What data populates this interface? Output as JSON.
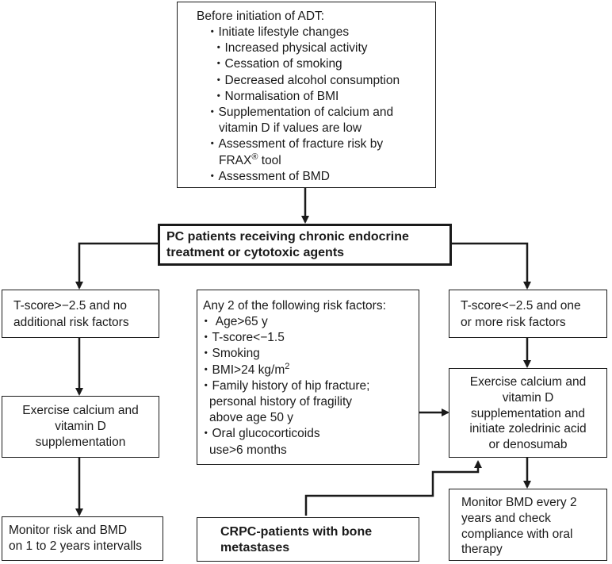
{
  "top_box": {
    "heading": "Before initiation of ADT:",
    "items": [
      {
        "text": "・Initiate lifestyle changes",
        "indent": 1
      },
      {
        "text": "・Increased physical activity",
        "indent": 2
      },
      {
        "text": "・Cessation of smoking",
        "indent": 2
      },
      {
        "text": "・Decreased alcohol consumption",
        "indent": 2
      },
      {
        "text": "・Normalisation of BMI",
        "indent": 2
      },
      {
        "text": "・Supplementation of calcium and",
        "indent": 1
      },
      {
        "text": "vitamin D if values are low",
        "indent": 3
      },
      {
        "text": "・Assessment of fracture risk by",
        "indent": 1
      },
      {
        "text": "FRAX",
        "indent": 3,
        "sup": "®",
        "tail": " tool"
      },
      {
        "text": "・Assessment of BMD",
        "indent": 1
      }
    ]
  },
  "main_box": {
    "line1": "PC patients receiving chronic endocrine",
    "line2": "treatment or cytotoxic agents"
  },
  "left_top": {
    "line1": "T-score>−2.5 and no",
    "line2": "additional risk factors"
  },
  "left_mid": {
    "line1": "Exercise calcium and",
    "line2": "vitamin D",
    "line3": "supplementation"
  },
  "left_bottom": {
    "line1": "Monitor risk and BMD",
    "line2": "on 1 to 2 years intervalls"
  },
  "center_box": {
    "heading": "Any 2 of the following risk factors:",
    "items": [
      {
        "text": "・ Age>65 y",
        "indent": 0
      },
      {
        "text": "・T-score<−1.5",
        "indent": 0
      },
      {
        "text": "・Smoking",
        "indent": 0
      },
      {
        "text": "・BMI>24 kg/m",
        "indent": 0,
        "sup": "2"
      },
      {
        "text": "・Family history of hip fracture;",
        "indent": 0
      },
      {
        "text": "personal history of fragility",
        "indent": 1
      },
      {
        "text": "above age 50 y",
        "indent": 1
      },
      {
        "text": "・Oral glucocorticoids",
        "indent": 0
      },
      {
        "text": "use>6 months",
        "indent": 1
      }
    ]
  },
  "right_top": {
    "line1": "T-score<−2.5 and one",
    "line2": "or more risk factors"
  },
  "right_mid": {
    "line1": "Exercise calcium and",
    "line2": "vitamin D",
    "line3": "supplementation and",
    "line4": "initiate zoledrinic acid",
    "line5": "or denosumab"
  },
  "right_bottom": {
    "line1": "Monitor BMD every 2",
    "line2": "years and check",
    "line3": "compliance with oral",
    "line4": "therapy"
  },
  "crpc_box": {
    "line1": "CRPC-patients with bone",
    "line2": "metastases"
  },
  "colors": {
    "stroke": "#1a1a1a",
    "background": "#ffffff"
  }
}
